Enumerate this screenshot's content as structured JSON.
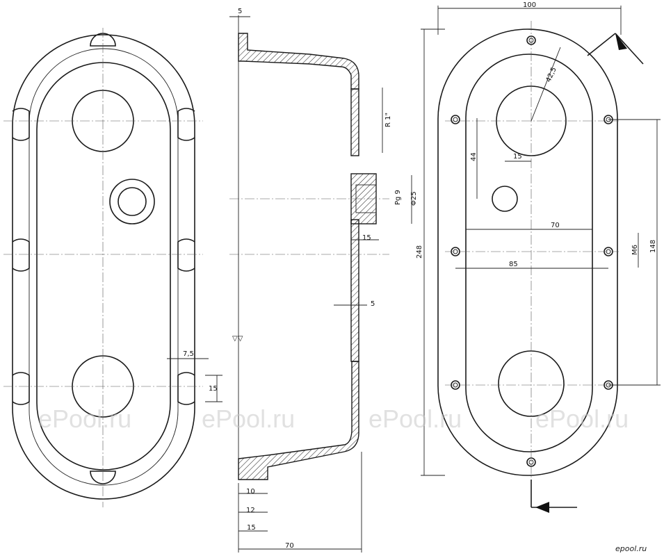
{
  "dimensions": {
    "top_width": "5",
    "overall_width": "100",
    "radius": "42,5",
    "thread": "R 1\"",
    "pg": "Pg 9",
    "dia": "Φ25",
    "boss_len": "15",
    "wall": "5",
    "hole_offset": "44",
    "hole_dx": "15",
    "span70": "70",
    "m6": "M6",
    "span85": "85",
    "height148": "148",
    "height248": "248",
    "left_7_5": "7,5",
    "left_15": "15",
    "bottom_10": "10",
    "bottom_12": "12",
    "bottom_15": "15",
    "bottom_70": "70"
  },
  "watermarks": [
    "ePool.ru",
    "ePool.ru",
    "ePool.ru",
    "ePool.ru"
  ],
  "logo": "epool.ru"
}
